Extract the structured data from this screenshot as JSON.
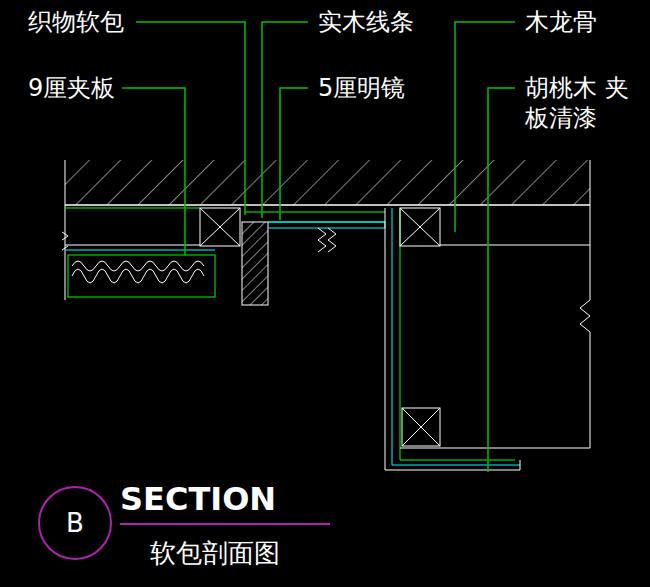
{
  "diagram": {
    "title": "SECTION",
    "caption": "软包剖面图",
    "nodes": [
      {
        "text": [
          "B"
        ]
      }
    ],
    "labels": [
      "织物软包",
      "9厘夹板",
      "实木线条",
      "5厘明镜",
      "木龙骨",
      "胡桃木 夹板清漆"
    ]
  }
}
